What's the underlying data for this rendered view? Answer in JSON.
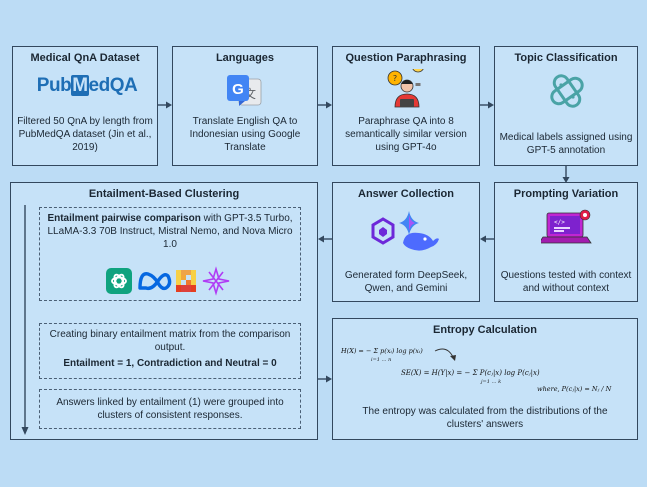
{
  "boxes": {
    "dataset": {
      "title": "Medical QnA Dataset",
      "logo_pub": "Pub",
      "logo_m": "M",
      "logo_rest": "edQA",
      "text": "Filtered 50 QnA by length from PubMedQA dataset (Jin et al., 2019)"
    },
    "languages": {
      "title": "Languages",
      "text": "Translate English QA to Indonesian using Google Translate"
    },
    "paraphrasing": {
      "title": "Question Paraphrasing",
      "text": "Paraphrase QA into 8 semantically similar version using GPT-4o"
    },
    "topic": {
      "title": "Topic Classification",
      "text": "Medical labels assigned using GPT-5 annotation"
    },
    "prompting": {
      "title": "Prompting Variation",
      "text": "Questions tested with context and without context"
    },
    "answer": {
      "title": "Answer Collection",
      "text": "Generated form DeepSeek, Qwen, and Gemini"
    },
    "clustering": {
      "title": "Entailment-Based Clustering",
      "step1_bold": "Entailment pairwise comparison",
      "step1_rest": " with GPT-3.5 Turbo, LLaMA-3.3 70B Instruct, Mistral Nemo, and Nova Micro 1.0",
      "step2_text": "Creating binary entailment matrix from the comparison output.",
      "step2_bold": "Entailment = 1, Contradiction and Neutral = 0",
      "step3_text": "Answers linked by entailment (1) were grouped into clusters of consistent responses."
    },
    "entropy": {
      "title": "Entropy Calculation",
      "text": "The entropy was calculated from the distributions of the clusters' answers",
      "formula1": "H(X) = − Σ p(xᵢ) log p(xᵢ)",
      "formula1_lim": "i=1 … n",
      "formula2": "SE(X) = H(Y|x) = − Σ P(cⱼ|x) log P(cⱼ|x)",
      "formula2_lim": "j=1 … k",
      "formula3": "where, P(cⱼ|x) = Nⱼ / N"
    }
  },
  "colors": {
    "background": "#bcdcf5",
    "box_fill": "#c6e2f8",
    "border": "#33485e",
    "pubmed_blue": "#1e6eb5",
    "openai_green": "#10a37f",
    "meta_blue": "#0668e1",
    "mistral_orange": "#f7931e",
    "nova_purple": "#b03cf5"
  },
  "icons": [
    "google-translate-icon",
    "paraphrase-person-icon",
    "medical-cross-icon",
    "code-laptop-icon",
    "ai-model-icons",
    "openai-icon",
    "meta-icon",
    "mistral-icon",
    "nova-icon"
  ]
}
